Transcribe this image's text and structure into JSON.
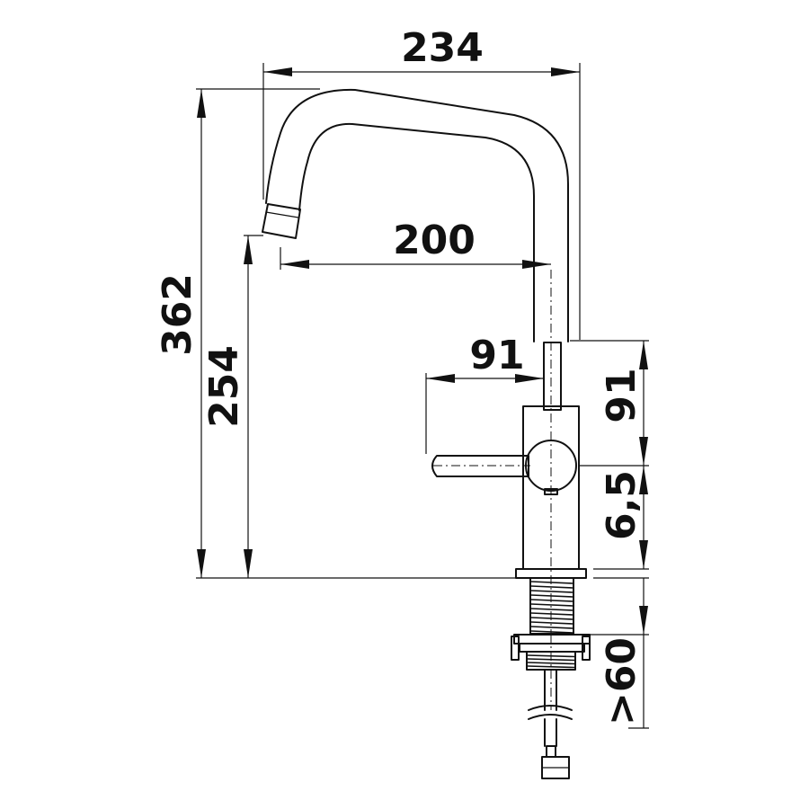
{
  "colors": {
    "line": "#111111",
    "background": "#ffffff"
  },
  "dimensions": {
    "overall_width": "234",
    "spout_reach": "200",
    "lever_length": "91",
    "total_height": "362",
    "spout_height": "254",
    "lever_height": "91",
    "base_height": "6,5",
    "mounting_depth": ">60"
  }
}
